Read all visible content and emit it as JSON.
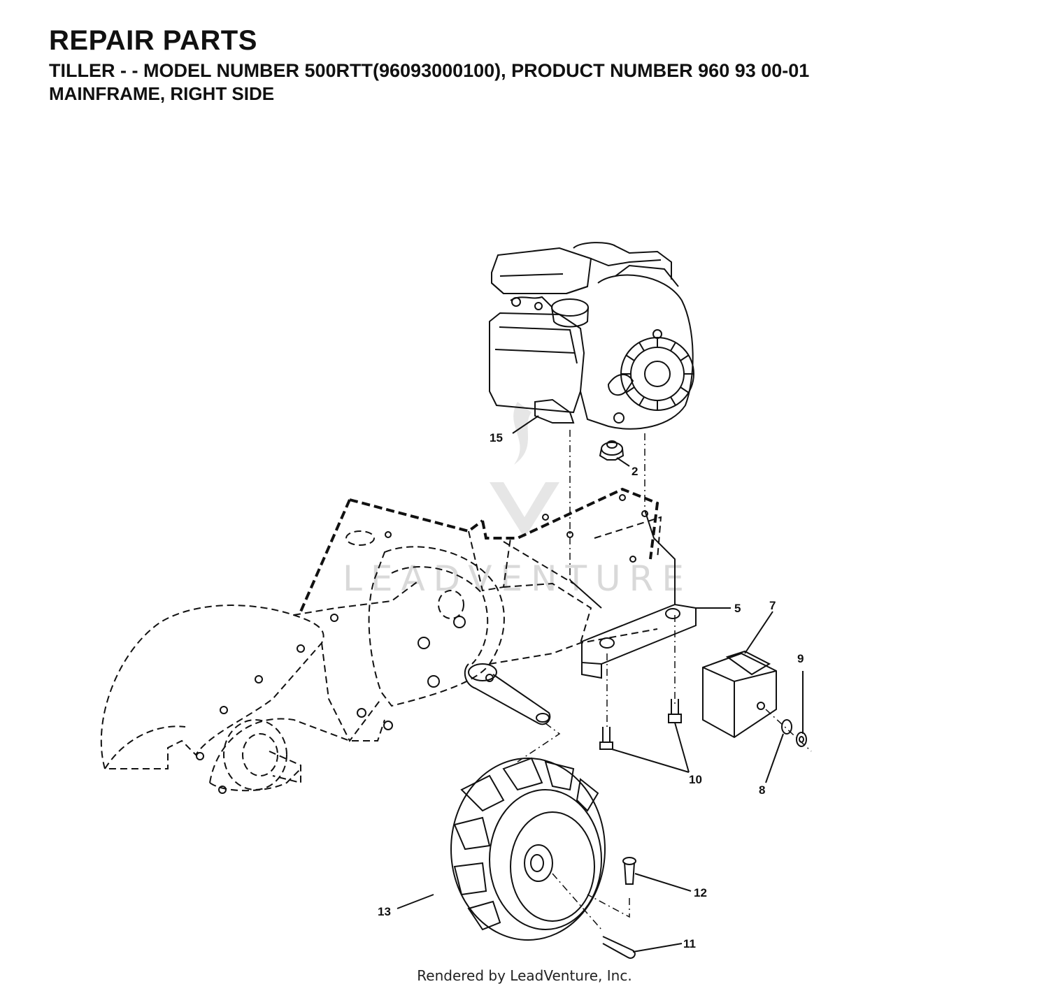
{
  "header": {
    "title": "REPAIR PARTS",
    "subtitle": "TILLER - - MODEL NUMBER 500RTT(96093000100), PRODUCT NUMBER 960 93 00-01",
    "section": "MAINFRAME, RIGHT SIDE"
  },
  "callouts": {
    "c15": "15",
    "c2": "2",
    "c5": "5",
    "c7": "7",
    "c9": "9",
    "c8": "8",
    "c10": "10",
    "c12": "12",
    "c13": "13",
    "c11": "11"
  },
  "watermark": "LEADVENTURE",
  "footer": "Rendered by LeadVenture, Inc."
}
